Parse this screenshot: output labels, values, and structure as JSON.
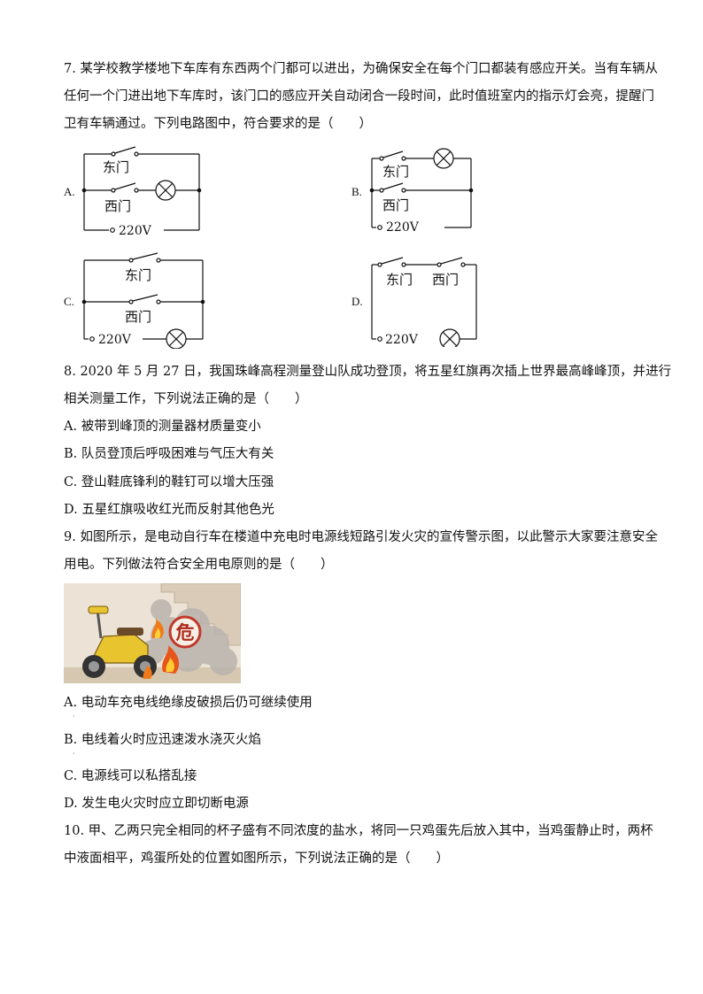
{
  "q7": {
    "lines": [
      "7. 某学校教学楼地下车库有东西两个门都可以进出，为确保安全在每个门口都装有感应开关。当有车辆从",
      "任何一个门进出地下车库时，该门口的感应开关自动闭合一段时间，此时值班室内的指示灯会亮，提醒门",
      "卫有车辆通过。下列电路图中，符合要求的是（　　）"
    ],
    "options": {
      "A": {
        "label": "A.",
        "east": "东门",
        "west": "西门",
        "voltage": "220V"
      },
      "B": {
        "label": "B.",
        "east": "东门",
        "west": "西门",
        "voltage": "220V"
      },
      "C": {
        "label": "C.",
        "east": "东门",
        "west": "西门",
        "voltage": "220V"
      },
      "D": {
        "label": "D.",
        "east": "东门",
        "west": "西门",
        "voltage": "220V"
      }
    }
  },
  "q8": {
    "lines": [
      "8. 2020 年 5 月 27 日，我国珠峰高程测量登山队成功登顶，将五星红旗再次插上世界最高峰峰顶，并进行",
      "相关测量工作，下列说法正确的是（　　）"
    ],
    "options": [
      "A.  被带到峰顶的测量器材质量变小",
      "B.  队员登顶后呼吸困难与气压大有关",
      "C.  登山鞋底锋利的鞋钉可以增大压强",
      "D.  五星红旗吸收红光而反射其他色光"
    ]
  },
  "q9": {
    "lines": [
      "9. 如图所示，是电动自行车在楼道中充电时电源线短路引发火灾的宣传警示图，以此警示大家要注意安全",
      "用电。下列做法符合安全用电原则的是（　　）"
    ],
    "danger_char": "危",
    "options": [
      "A.  电动车充电线绝缘皮破损后仍可继续使用",
      "B.  电线着火时应迅速泼水浇灭火焰",
      "C.  电源线可以私搭乱接",
      "D.  发生电火灾时应立即切断电源"
    ]
  },
  "q10": {
    "lines": [
      "10. 甲、乙两只完全相同的杯子盛有不同浓度的盐水，将同一只鸡蛋先后放入其中，当鸡蛋静止时，两杯",
      "中液面相平，鸡蛋所处的位置如图所示，下列说法正确的是（　　）"
    ]
  }
}
